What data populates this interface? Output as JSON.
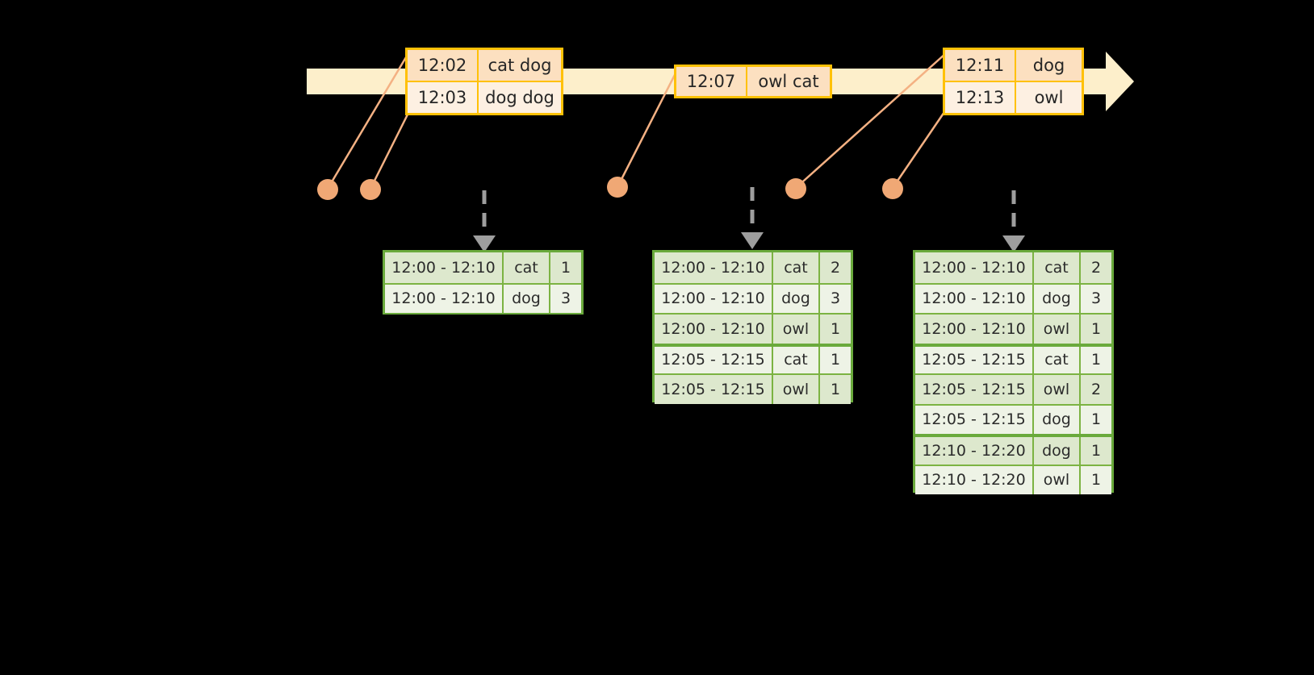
{
  "timeline": {
    "name": "event-stream-timeline",
    "arrow_direction": "right",
    "bar_color": "#fdefcb",
    "box_border_color": "#ffc107",
    "event_groups": [
      {
        "name": "event-box-1",
        "rows": [
          {
            "time": "12:02",
            "words": "cat dog"
          },
          {
            "time": "12:03",
            "words": "dog dog"
          }
        ]
      },
      {
        "name": "event-box-2",
        "rows": [
          {
            "time": "12:07",
            "words": "owl cat"
          }
        ]
      },
      {
        "name": "event-box-3",
        "rows": [
          {
            "time": "12:11",
            "words": "dog"
          },
          {
            "time": "12:13",
            "words": "owl"
          }
        ]
      }
    ]
  },
  "markers": {
    "name": "watermark-dots",
    "color": "#f0a875",
    "count": 5
  },
  "results": [
    {
      "name": "result-table-1",
      "accent": "#6aaa3c",
      "rows": [
        {
          "window": "12:00 - 12:10",
          "key": "cat",
          "count": "1",
          "group": 1
        },
        {
          "window": "12:00 - 12:10",
          "key": "dog",
          "count": "3",
          "group": 1
        }
      ]
    },
    {
      "name": "result-table-2",
      "accent": "#6aaa3c",
      "rows": [
        {
          "window": "12:00 - 12:10",
          "key": "cat",
          "count": "2",
          "group": 1
        },
        {
          "window": "12:00 - 12:10",
          "key": "dog",
          "count": "3",
          "group": 1
        },
        {
          "window": "12:00 - 12:10",
          "key": "owl",
          "count": "1",
          "group": 1
        },
        {
          "window": "12:05 - 12:15",
          "key": "cat",
          "count": "1",
          "group": 2
        },
        {
          "window": "12:05 - 12:15",
          "key": "owl",
          "count": "1",
          "group": 2
        }
      ]
    },
    {
      "name": "result-table-3",
      "accent": "#6aaa3c",
      "rows": [
        {
          "window": "12:00 - 12:10",
          "key": "cat",
          "count": "2",
          "group": 1
        },
        {
          "window": "12:00 - 12:10",
          "key": "dog",
          "count": "3",
          "group": 1
        },
        {
          "window": "12:00 - 12:10",
          "key": "owl",
          "count": "1",
          "group": 1
        },
        {
          "window": "12:05 - 12:15",
          "key": "cat",
          "count": "1",
          "group": 2
        },
        {
          "window": "12:05 - 12:15",
          "key": "owl",
          "count": "2",
          "group": 2
        },
        {
          "window": "12:05 - 12:15",
          "key": "dog",
          "count": "1",
          "group": 2
        },
        {
          "window": "12:10 - 12:20",
          "key": "dog",
          "count": "1",
          "group": 3
        },
        {
          "window": "12:10 - 12:20",
          "key": "owl",
          "count": "1",
          "group": 3
        }
      ]
    }
  ]
}
